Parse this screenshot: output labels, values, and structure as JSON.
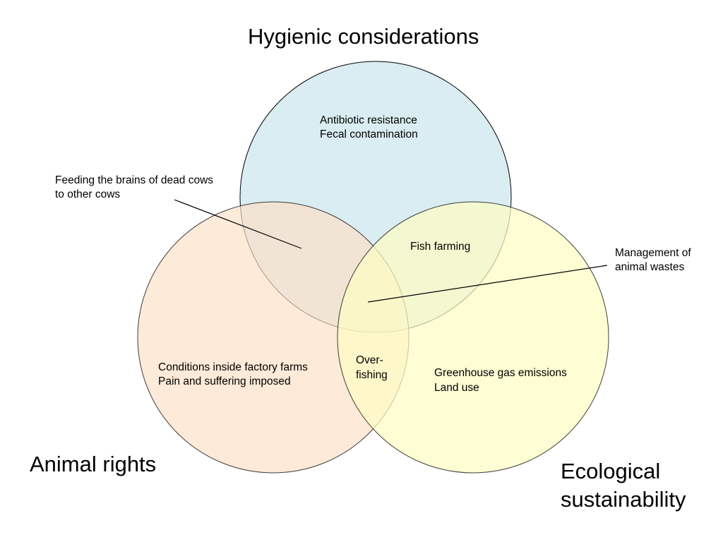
{
  "colors": {
    "hygienic": "#daedf2",
    "animal_rights": "#fde0c6",
    "ecological": "#fdfcc4",
    "stroke": "#000000"
  },
  "sets": {
    "hygienic": {
      "title": "Hygienic considerations",
      "items": [
        "Antibiotic resistance",
        "Fecal contamination"
      ]
    },
    "animal_rights": {
      "title": "Animal rights",
      "items": [
        "Conditions inside factory farms",
        "Pain and suffering imposed"
      ]
    },
    "ecological": {
      "title_line1": "Ecological",
      "title_line2": "sustainability",
      "items": [
        "Greenhouse gas emissions",
        "Land use"
      ]
    }
  },
  "intersections": {
    "hygienic_ecological": "Fish farming",
    "animal_ecological": {
      "line1": "Over-",
      "line2": "fishing"
    }
  },
  "callouts": {
    "hygienic_animal": {
      "line1": "Feeding the brains of dead cows",
      "line2": "to other cows"
    },
    "all_three": {
      "line1": "Management of",
      "line2": "animal wastes"
    }
  }
}
